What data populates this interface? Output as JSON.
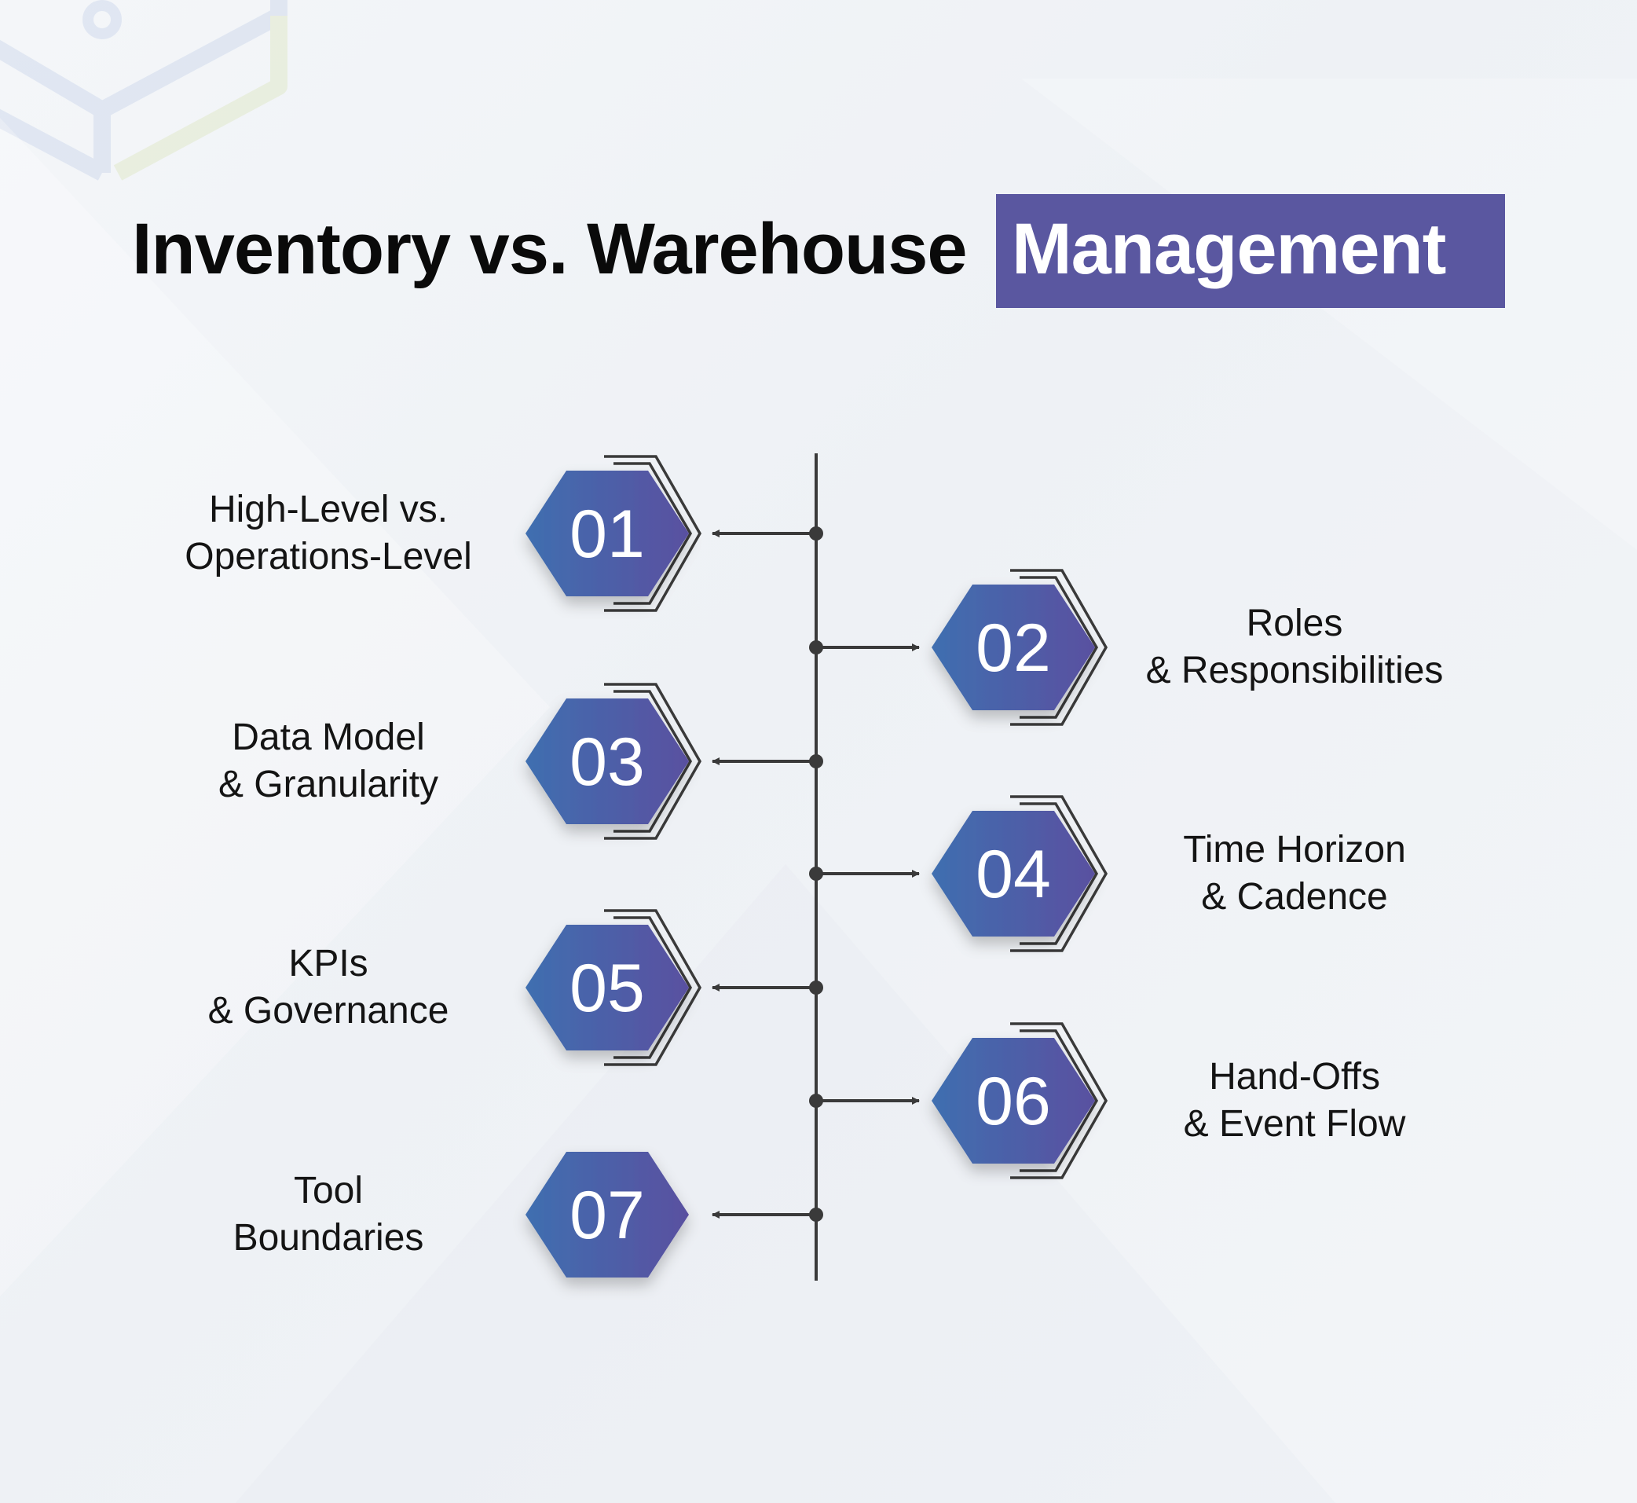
{
  "title": {
    "part1": "Inventory vs. Warehouse",
    "part2": "Management"
  },
  "colors": {
    "accent": "#5a57a0",
    "hex_start": "#3f6fb0",
    "hex_end": "#5a50a0",
    "line": "#3a3a3a"
  },
  "steps": [
    {
      "number": "01",
      "side": "left",
      "line1": "High-Level vs.",
      "line2": "Operations-Level"
    },
    {
      "number": "02",
      "side": "right",
      "line1": "Roles",
      "line2": "& Responsibilities"
    },
    {
      "number": "03",
      "side": "left",
      "line1": "Data Model",
      "line2": "& Granularity"
    },
    {
      "number": "04",
      "side": "right",
      "line1": "Time Horizon",
      "line2": "& Cadence"
    },
    {
      "number": "05",
      "side": "left",
      "line1": "KPIs",
      "line2": "& Governance"
    },
    {
      "number": "06",
      "side": "right",
      "line1": "Hand-Offs",
      "line2": "& Event Flow"
    },
    {
      "number": "07",
      "side": "left",
      "line1": "Tool",
      "line2": "Boundaries"
    }
  ]
}
